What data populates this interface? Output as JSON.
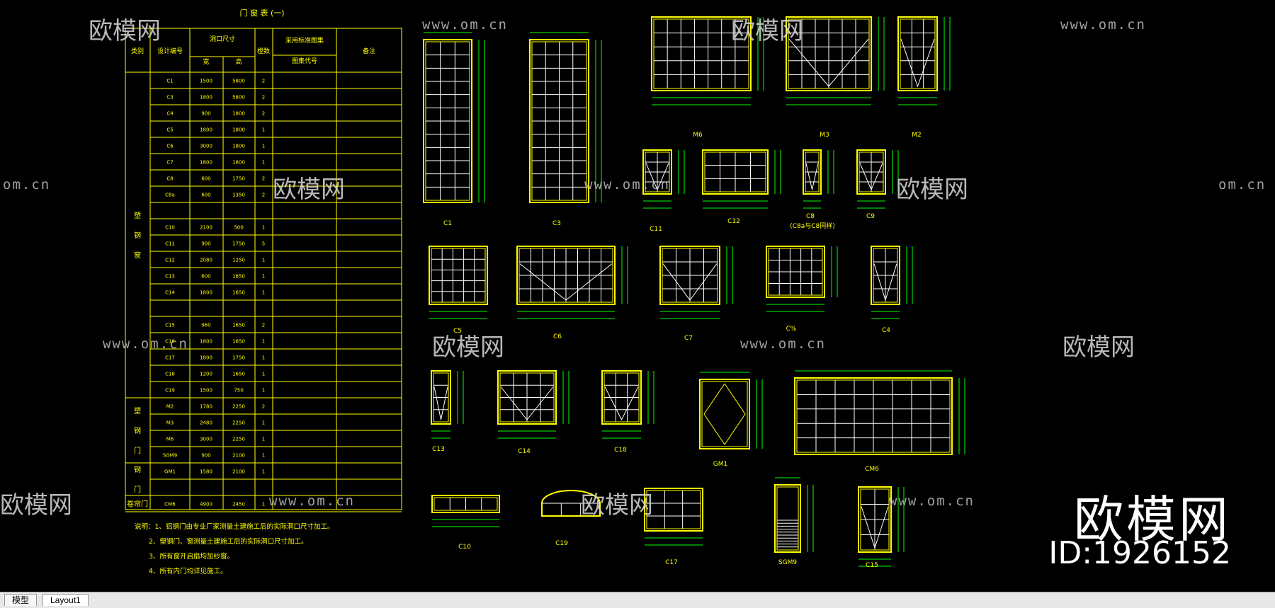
{
  "table": {
    "title": "门 窗 表 (一)",
    "headers": {
      "type": "类别",
      "code": "设计编号",
      "opening": "洞口尺寸",
      "width": "宽",
      "height": "高",
      "count": "樘数",
      "std": "采用标准图集",
      "std_code": "图集代号",
      "remark": "备注"
    },
    "groups": [
      {
        "label": "塑\n钢\n窗",
        "rows": [
          [
            "C1",
            "1500",
            "5800",
            "2"
          ],
          [
            "C3",
            "1800",
            "5800",
            "2"
          ],
          [
            "C4",
            "900",
            "1800",
            "2"
          ],
          [
            "C5",
            "1800",
            "1800",
            "1"
          ],
          [
            "C6",
            "3000",
            "1800",
            "1"
          ],
          [
            "C7",
            "1800",
            "1800",
            "1"
          ],
          [
            "C8",
            "600",
            "1750",
            "2"
          ],
          [
            "C8a",
            "600",
            "1350",
            "2"
          ],
          [
            "",
            "",
            "",
            ""
          ],
          [
            "C10",
            "2100",
            "500",
            "1"
          ],
          [
            "C11",
            "900",
            "1750",
            "5"
          ],
          [
            "C12",
            "2080",
            "1250",
            "1"
          ],
          [
            "C13",
            "600",
            "1650",
            "1"
          ],
          [
            "C14",
            "1800",
            "1650",
            "1"
          ],
          [
            "",
            "",
            "",
            ""
          ],
          [
            "C15",
            "960",
            "1650",
            "2"
          ],
          [
            "C16",
            "1800",
            "1650",
            "1"
          ],
          [
            "C17",
            "1800",
            "1750",
            "1"
          ],
          [
            "C18",
            "1200",
            "1650",
            "1"
          ],
          [
            "C19",
            "1500",
            "750",
            "1"
          ]
        ]
      },
      {
        "label": "塑\n钢\n门",
        "rows": [
          [
            "M2",
            "1780",
            "2250",
            "2"
          ],
          [
            "M3",
            "2480",
            "2250",
            "1"
          ],
          [
            "M6",
            "3000",
            "2250",
            "1"
          ],
          [
            "SGM9",
            "900",
            "2100",
            "1"
          ]
        ]
      },
      {
        "label": "钢\n门",
        "rows": [
          [
            "GM1",
            "1580",
            "2100",
            "1"
          ],
          [
            "",
            "",
            "",
            ""
          ]
        ]
      },
      {
        "label": "卷帘门",
        "rows": [
          [
            "CM6",
            "4900",
            "2450",
            "1"
          ]
        ]
      }
    ]
  },
  "notes": [
    "说明：1、铝钢门由专业厂家测量土建施工后的实际洞口尺寸加工。",
    "2、塑钢门、窗测量土建施工后的实际洞口尺寸加工。",
    "3、所有窗开启扇均加纱窗。",
    "4、所有内门均详见施工。"
  ],
  "labels": [
    "C1",
    "C3",
    "M6",
    "M3",
    "M2",
    "C11",
    "C12",
    "C8",
    "(C8a与C8同样)",
    "C9",
    "C5",
    "C6",
    "C7",
    "C%",
    "C4",
    "C13",
    "C14",
    "C18",
    "GM1",
    "CM6",
    "C10",
    "C19",
    "C17",
    "SGM9",
    "C15"
  ],
  "watermarks": {
    "brand_small": "欧模网",
    "url": "www.om.cn",
    "url_short": "om.cn"
  },
  "brand": {
    "name": "欧模网",
    "id": "ID:1926152"
  },
  "tabs": {
    "model": "模型",
    "layout": "Layout1"
  },
  "colors": {
    "line": "#ffff00",
    "frame": "#00ff00",
    "grid": "#ffffff",
    "dim": "#00ff00"
  }
}
